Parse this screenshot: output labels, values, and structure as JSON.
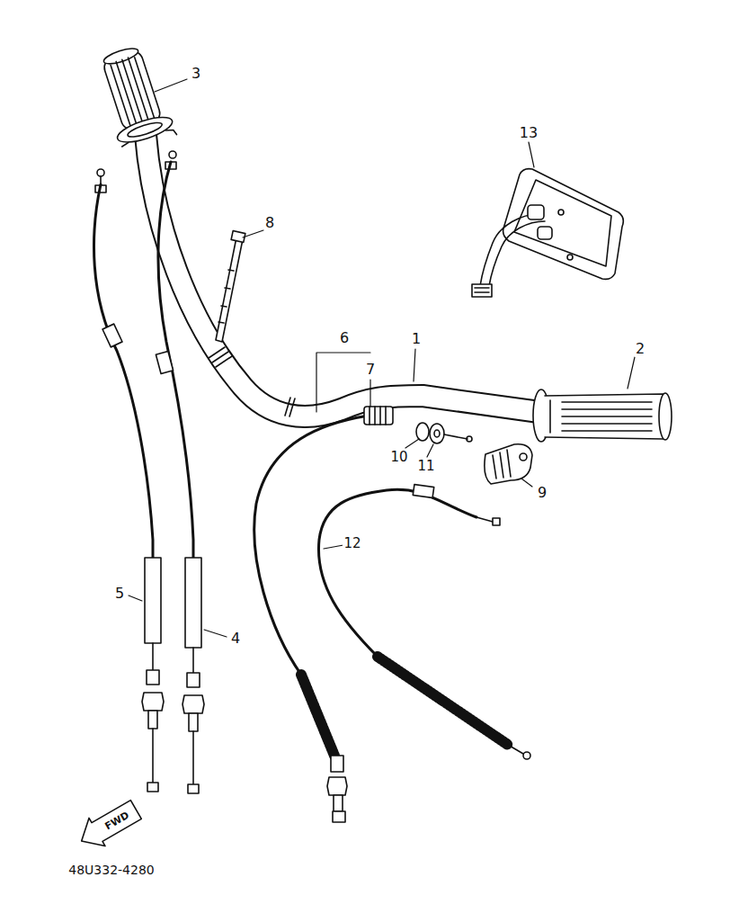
{
  "diagram": {
    "labels": [
      "3",
      "8",
      "13",
      "6",
      "7",
      "1",
      "2",
      "10",
      "11",
      "9",
      "12",
      "5",
      "4",
      "FWD",
      "48U332-4280"
    ]
  }
}
